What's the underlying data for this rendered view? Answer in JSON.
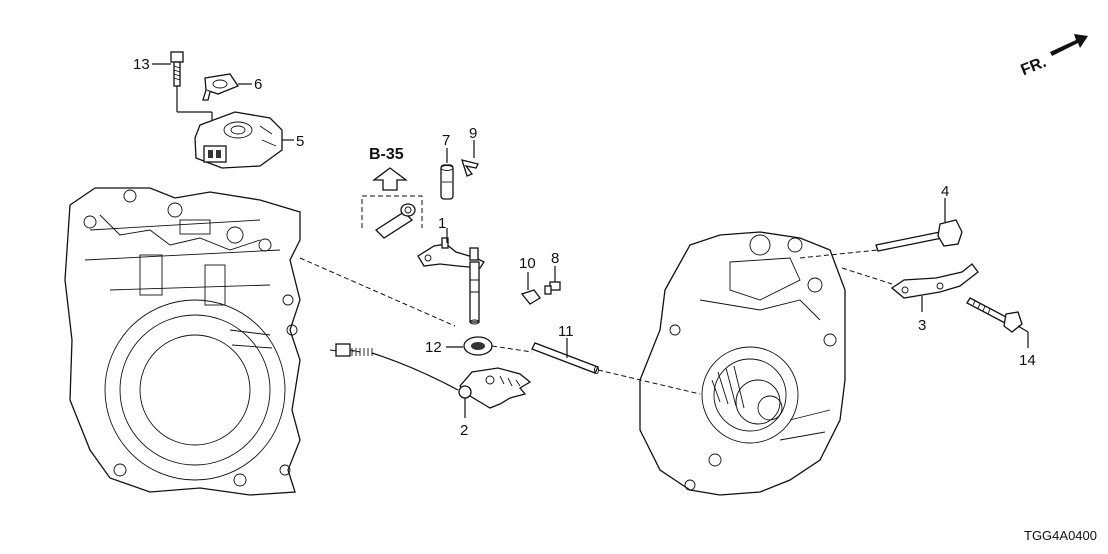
{
  "diagram": {
    "front_marker": "FR.",
    "reference": "B-35",
    "drawing_code": "TGG4A0400",
    "callouts": [
      "1",
      "2",
      "3",
      "4",
      "5",
      "6",
      "7",
      "8",
      "9",
      "10",
      "11",
      "12",
      "13",
      "14"
    ]
  }
}
